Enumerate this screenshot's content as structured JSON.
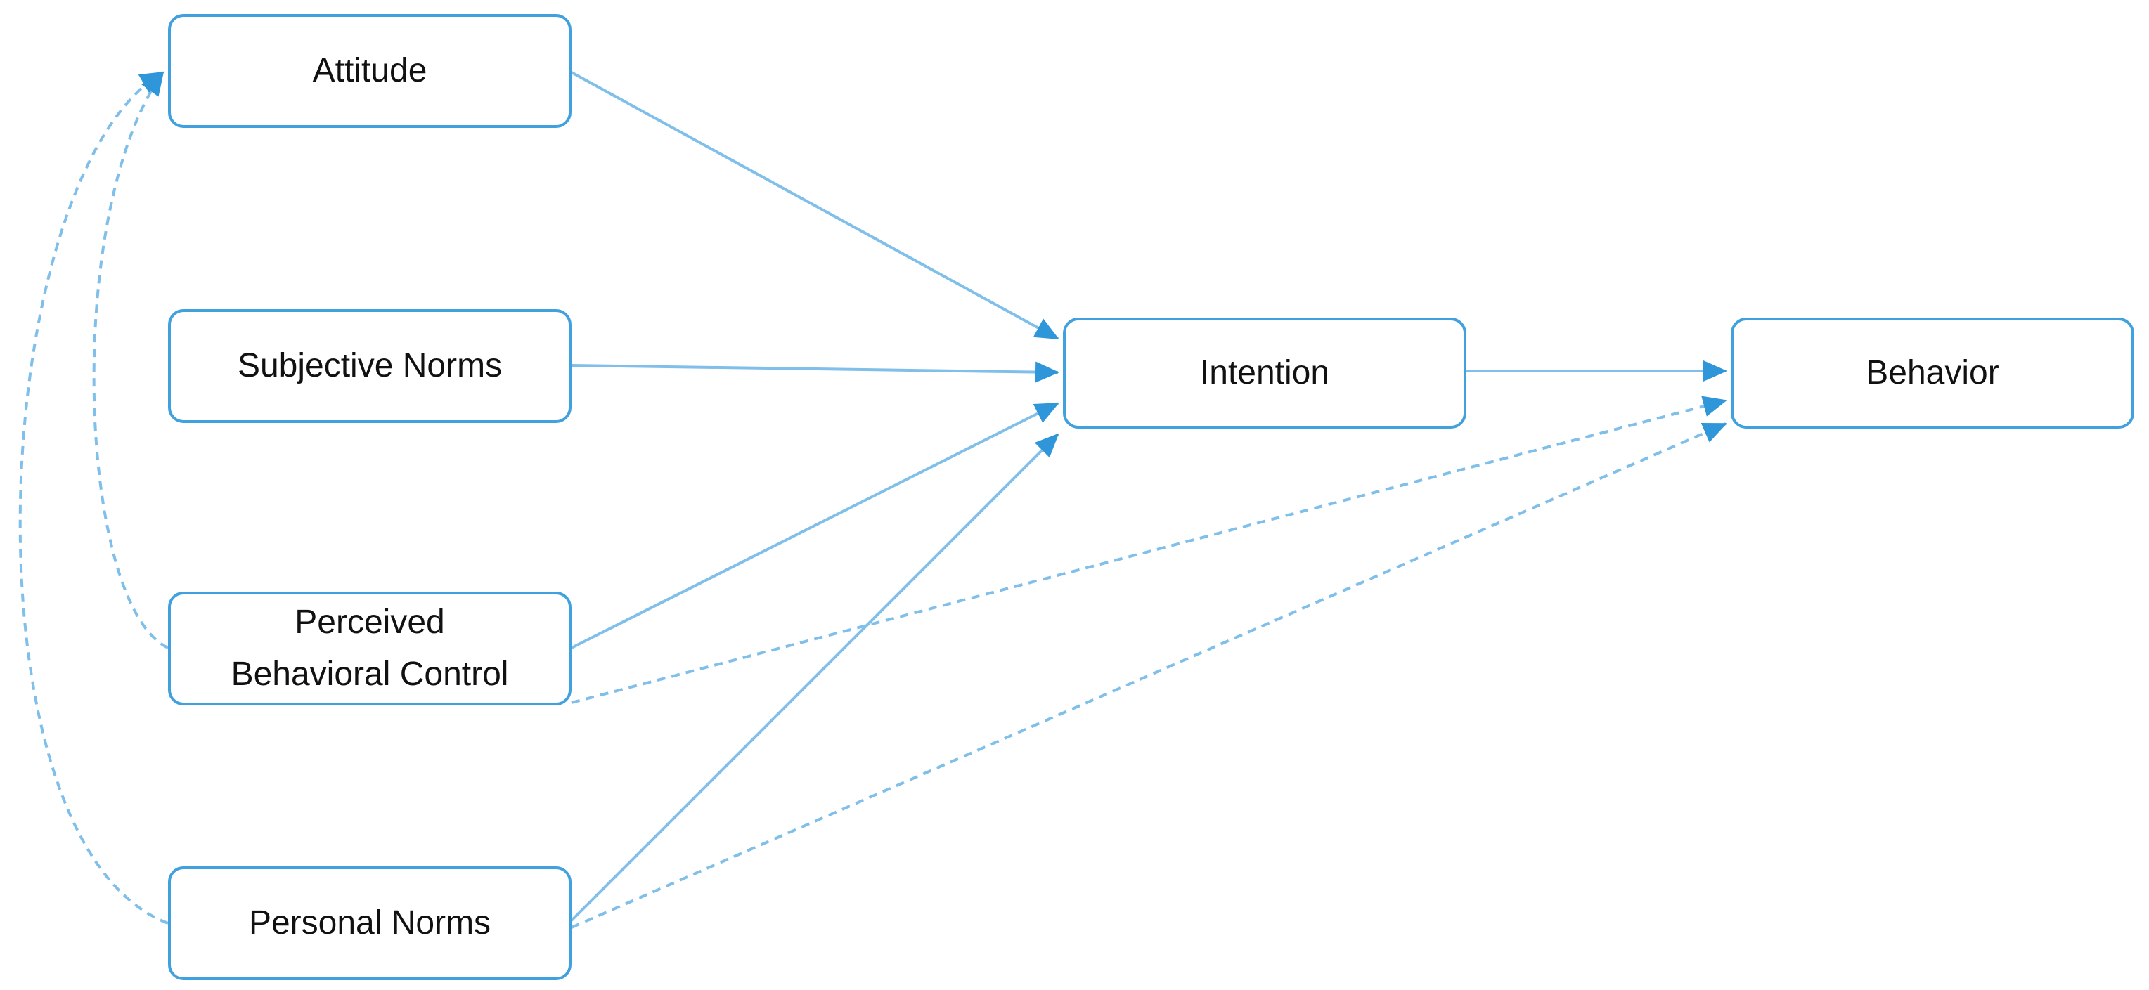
{
  "diagram": {
    "nodes": {
      "attitude": "Attitude",
      "subjective_norms": "Subjective Norms",
      "perceived_behavioral_control": [
        "Perceived",
        "Behavioral Control"
      ],
      "personal_norms": "Personal Norms",
      "intention": "Intention",
      "behavior": "Behavior"
    },
    "edges": [
      {
        "from": "attitude",
        "to": "intention",
        "style": "solid"
      },
      {
        "from": "subjective_norms",
        "to": "intention",
        "style": "solid"
      },
      {
        "from": "perceived_behavioral_control",
        "to": "intention",
        "style": "solid"
      },
      {
        "from": "personal_norms",
        "to": "intention",
        "style": "solid"
      },
      {
        "from": "intention",
        "to": "behavior",
        "style": "solid"
      },
      {
        "from": "perceived_behavioral_control",
        "to": "behavior",
        "style": "dashed"
      },
      {
        "from": "personal_norms",
        "to": "behavior",
        "style": "dashed"
      },
      {
        "from": "perceived_behavioral_control",
        "to": "attitude",
        "style": "dashed"
      },
      {
        "from": "personal_norms",
        "to": "attitude",
        "style": "dashed"
      }
    ],
    "colors": {
      "box_border": "#41a0de",
      "arrow": "#41a0de",
      "text": "#111111",
      "background": "#ffffff"
    }
  }
}
